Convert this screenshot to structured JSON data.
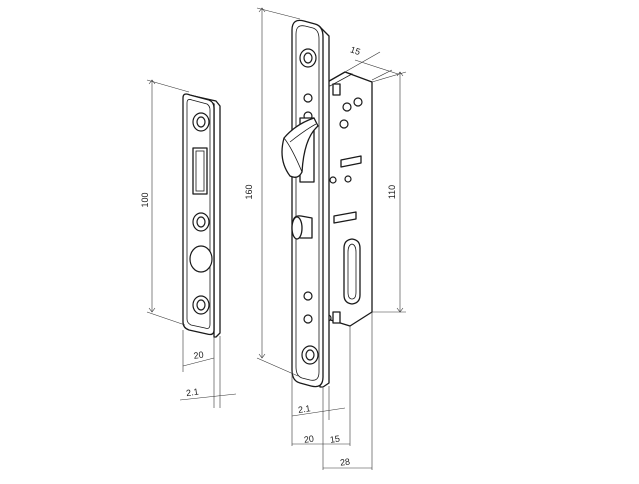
{
  "dimensions": {
    "strike_height": "100",
    "strike_width": "20",
    "strike_thickness": "2.1",
    "faceplate_height": "160",
    "lock_width": "15",
    "lock_case_height": "110",
    "faceplate_thickness": "2.1",
    "faceplate_width": "20",
    "backset_offset": "15",
    "total_depth": "28"
  }
}
